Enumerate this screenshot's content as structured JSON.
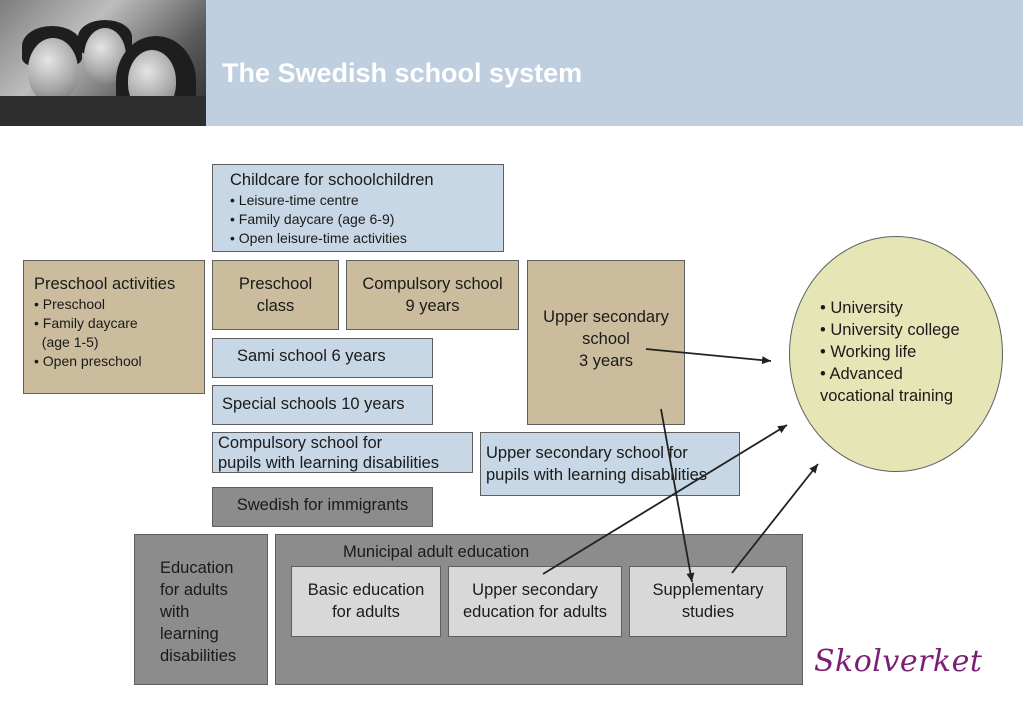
{
  "header": {
    "title": "The Swedish school system"
  },
  "childcare": {
    "heading": "Childcare for schoolchildren",
    "items": [
      "• Leisure-time centre",
      "• Family daycare (age 6-9)",
      "• Open leisure-time activities"
    ]
  },
  "preschool_activities": {
    "heading": "Preschool activities",
    "items": [
      "• Preschool",
      "• Family daycare",
      "  (age 1-5)",
      "• Open preschool"
    ]
  },
  "preschool_class": {
    "label": "Preschool\nclass"
  },
  "compulsory_school": {
    "label": "Compulsory school\n9 years"
  },
  "upper_secondary": {
    "label": "Upper secondary\nschool\n3 years"
  },
  "sami_school": {
    "label": "Sami school 6 years"
  },
  "special_schools": {
    "label": "Special schools 10 years"
  },
  "compulsory_ld": {
    "label": "Compulsory school for\npupils with learning disabilities"
  },
  "upper_secondary_ld": {
    "label": "Upper secondary school for\npupils with learning disabilities"
  },
  "sfi": {
    "label": "Swedish for immigrants"
  },
  "adults_ld": {
    "label": "Education\nfor adults\nwith\nlearning\ndisabilities"
  },
  "municipal_adult": {
    "title": "Municipal adult education",
    "basic": "Basic education\nfor adults",
    "upper": "Upper secondary\neducation for adults",
    "supplementary": "Supplementary\nstudies"
  },
  "outcomes": {
    "items": [
      "• University",
      "• University college",
      "• Working life",
      "• Advanced\nvocational training"
    ]
  },
  "logo": {
    "text": "Skolverket"
  },
  "colors": {
    "header_bg": "#bfcfdf",
    "blue_box": "#c7d7e5",
    "tan_box": "#cbbc9d",
    "dark_gray_box": "#8c8c8c",
    "light_gray_box": "#d8d8d8",
    "oval": "#e5e5b5",
    "logo": "#7a1f73"
  }
}
